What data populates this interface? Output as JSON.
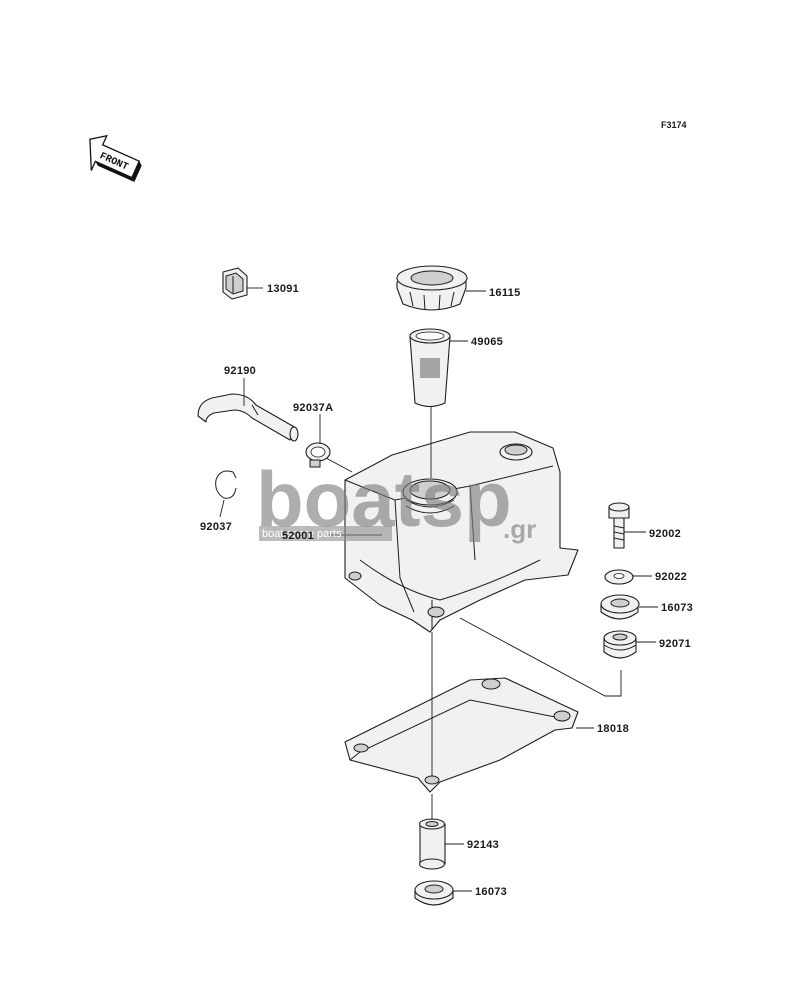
{
  "figure_code": "F3174",
  "front_arrow_label": "FRONT",
  "watermark": {
    "brand": "boatsp",
    "tld": ".gr",
    "tagline": "boat spare parts"
  },
  "parts": [
    {
      "number": "13091"
    },
    {
      "number": "16115"
    },
    {
      "number": "49065"
    },
    {
      "number": "92190"
    },
    {
      "number": "92037A"
    },
    {
      "number": "92037"
    },
    {
      "number": "52001"
    },
    {
      "number": "92002"
    },
    {
      "number": "92022"
    },
    {
      "number": "16073"
    },
    {
      "number": "92071"
    },
    {
      "number": "18018"
    },
    {
      "number": "92143"
    },
    {
      "number": "16073"
    }
  ]
}
